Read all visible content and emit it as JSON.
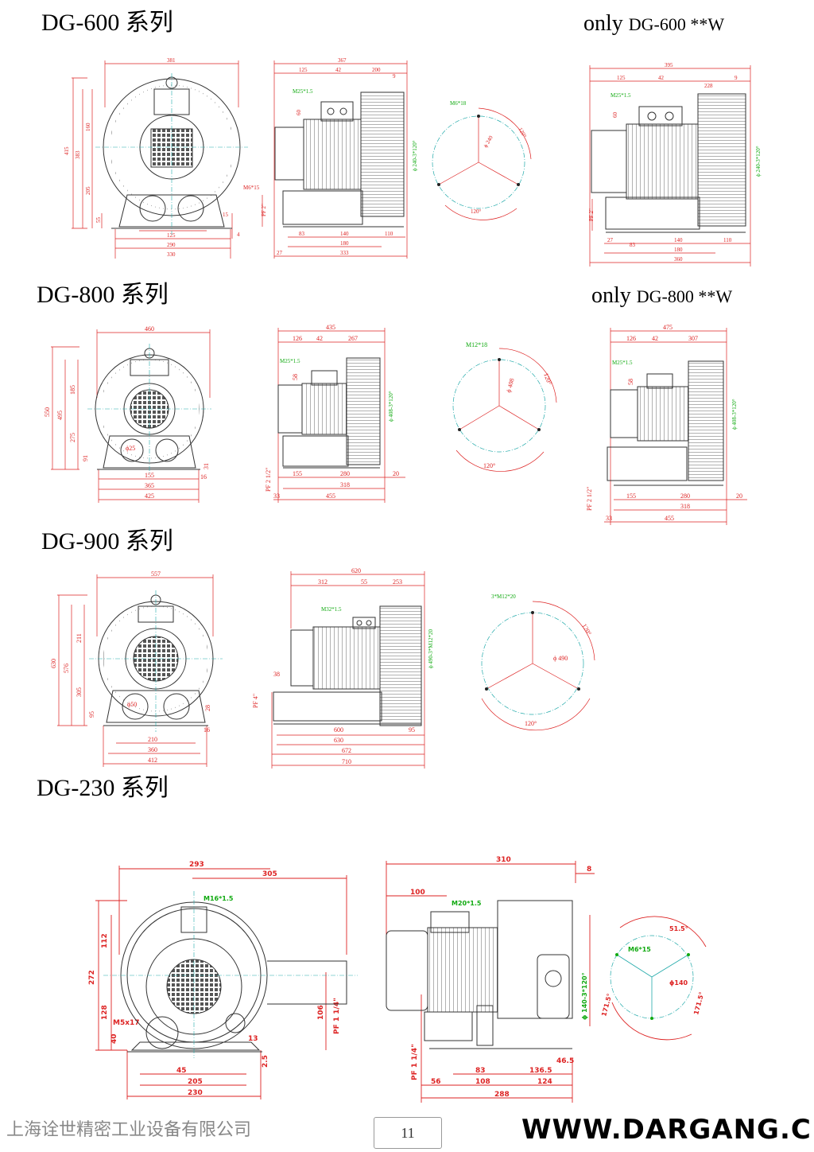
{
  "sections": [
    {
      "title": "DG-600 系列",
      "only_prefix": "only",
      "only_model": "DG-600 **W"
    },
    {
      "title": "DG-800 系列",
      "only_prefix": "only",
      "only_model": "DG-800 **W"
    },
    {
      "title": "DG-900 系列"
    },
    {
      "title": "DG-230 系列"
    }
  ],
  "dg600": {
    "front": {
      "width": "381",
      "h_total": "415",
      "h_upper": "383",
      "h_160": "160",
      "h_205": "205",
      "h_55": "55",
      "bolt": "M6*15",
      "w_125": "125",
      "w_290": "290",
      "w_330": "330",
      "small_15": "15",
      "small_4": "4"
    },
    "side": {
      "len": "367",
      "l125": "125",
      "l42": "42",
      "l200": "200",
      "l9": "9",
      "thread": "M25*1.5",
      "h60": "60",
      "pf": "PF 2\"",
      "b83": "83",
      "b140": "140",
      "b110": "110",
      "b180": "180",
      "b27": "27",
      "b333": "333",
      "flange": "ϕ 240-3*120°"
    },
    "circle": {
      "bolt": "M6*18",
      "dia": "ϕ 240",
      "a1": "120°",
      "a2": "120°"
    },
    "w": {
      "len": "395",
      "l125": "125",
      "l42": "42",
      "l228": "228",
      "l9": "9",
      "thread": "M25*1.5",
      "h60": "60",
      "pf": "PF 2\"",
      "b27": "27",
      "b83": "83",
      "b140": "140",
      "b110": "110",
      "b180": "180",
      "b360": "360",
      "flange": "ϕ 240-3*120°"
    }
  },
  "dg800": {
    "front": {
      "width": "460",
      "h_total": "550",
      "h_495": "495",
      "h_185": "185",
      "h_275": "275",
      "h_91": "91",
      "w_155": "155",
      "w_365": "365",
      "w_425": "425",
      "small_16": "16",
      "small_31": "31",
      "inlet": "ϕ25"
    },
    "side": {
      "len": "435",
      "l126": "126",
      "l42": "42",
      "l267": "267",
      "thread": "M25*1.5",
      "h58": "58",
      "pf": "PF 2 1/2\"",
      "b155": "155",
      "b280": "280",
      "b20": "20",
      "b318": "318",
      "b33": "33",
      "b455": "455",
      "flange": "ϕ 408-3*120°"
    },
    "circle": {
      "bolt": "M12*18",
      "dia": "ϕ 408",
      "a1": "120°",
      "a2": "120°"
    },
    "w": {
      "len": "475",
      "l126": "126",
      "l42": "42",
      "l307": "307",
      "thread": "M25*1.5",
      "h58": "58",
      "pf": "PF 2 1/2\"",
      "b155": "155",
      "b280": "280",
      "b20": "20",
      "b318": "318",
      "b33": "33",
      "b455": "455",
      "flange": "ϕ 408-3*120°"
    }
  },
  "dg900": {
    "front": {
      "width": "557",
      "h_630": "630",
      "h_576": "576",
      "h_211": "211",
      "h_305": "305",
      "h_95": "95",
      "w_210": "210",
      "w_360": "360",
      "w_412": "412",
      "small_28": "28",
      "small_16": "16",
      "inlet": "ϕ50"
    },
    "side": {
      "len": "620",
      "l312": "312",
      "l55": "55",
      "l253": "253",
      "thread": "M32*1.5",
      "h38": "38",
      "pf": "PF 4\"",
      "b600": "600",
      "b95": "95",
      "b630": "630",
      "b672": "672",
      "b710": "710",
      "flange": "ϕ 490-3*M12*20"
    },
    "circle": {
      "bolt": "3*M12*20",
      "dia": "ϕ 490",
      "a1": "120°",
      "a2": "120°"
    }
  },
  "dg230": {
    "front": {
      "w293": "293",
      "w305": "305",
      "thread": "M16*1.5",
      "h272": "272",
      "h112": "112",
      "h128": "128",
      "h40": "40",
      "bolt": "M5x17",
      "h106": "106",
      "pf": "PF 1 1/4\"",
      "small_13": "13",
      "small_25": "2.5",
      "w45": "45",
      "w205": "205",
      "w230": "230"
    },
    "side": {
      "len": "310",
      "l100": "100",
      "l8": "8",
      "thread": "M20*1.5",
      "flange": "ϕ 140-3*120°",
      "pf": "PF 1 1/4\"",
      "b46": "46.5",
      "b83": "83",
      "b136": "136.5",
      "b56": "56",
      "b108": "108",
      "b124": "124",
      "b288": "288"
    },
    "circle": {
      "bolt": "M6*15",
      "dia": "ϕ140",
      "a1": "51.5°",
      "a2": "171.5°",
      "a3": "171.5°"
    }
  },
  "footer": {
    "company": "上海诠世精密工业设备有限公司",
    "page": "11",
    "website": "WWW.DARGANG.CN"
  }
}
